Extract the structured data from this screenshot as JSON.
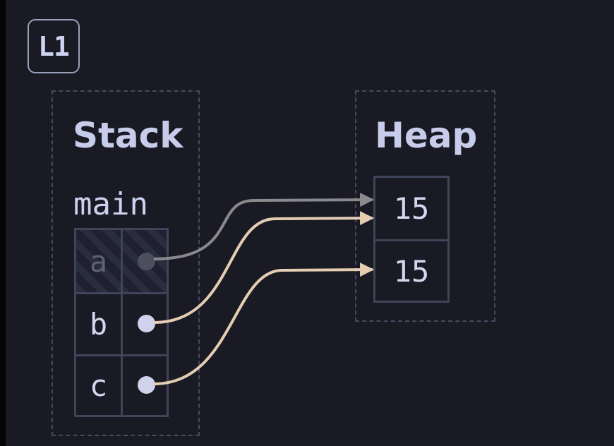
{
  "step_label": "L1",
  "stack": {
    "title": "Stack",
    "frame": {
      "name": "main",
      "vars": [
        {
          "name": "a",
          "state": "moved",
          "points_to": 0
        },
        {
          "name": "b",
          "state": "live",
          "points_to": 0
        },
        {
          "name": "c",
          "state": "live",
          "points_to": 1
        }
      ]
    }
  },
  "heap": {
    "title": "Heap",
    "cells": [
      "15",
      "15"
    ]
  },
  "colors": {
    "background": "#191a24",
    "text": "#cdd3ee",
    "border": "#3f4458",
    "arrow_live": "#e4cdb2",
    "arrow_moved": "#8a8a8e"
  }
}
